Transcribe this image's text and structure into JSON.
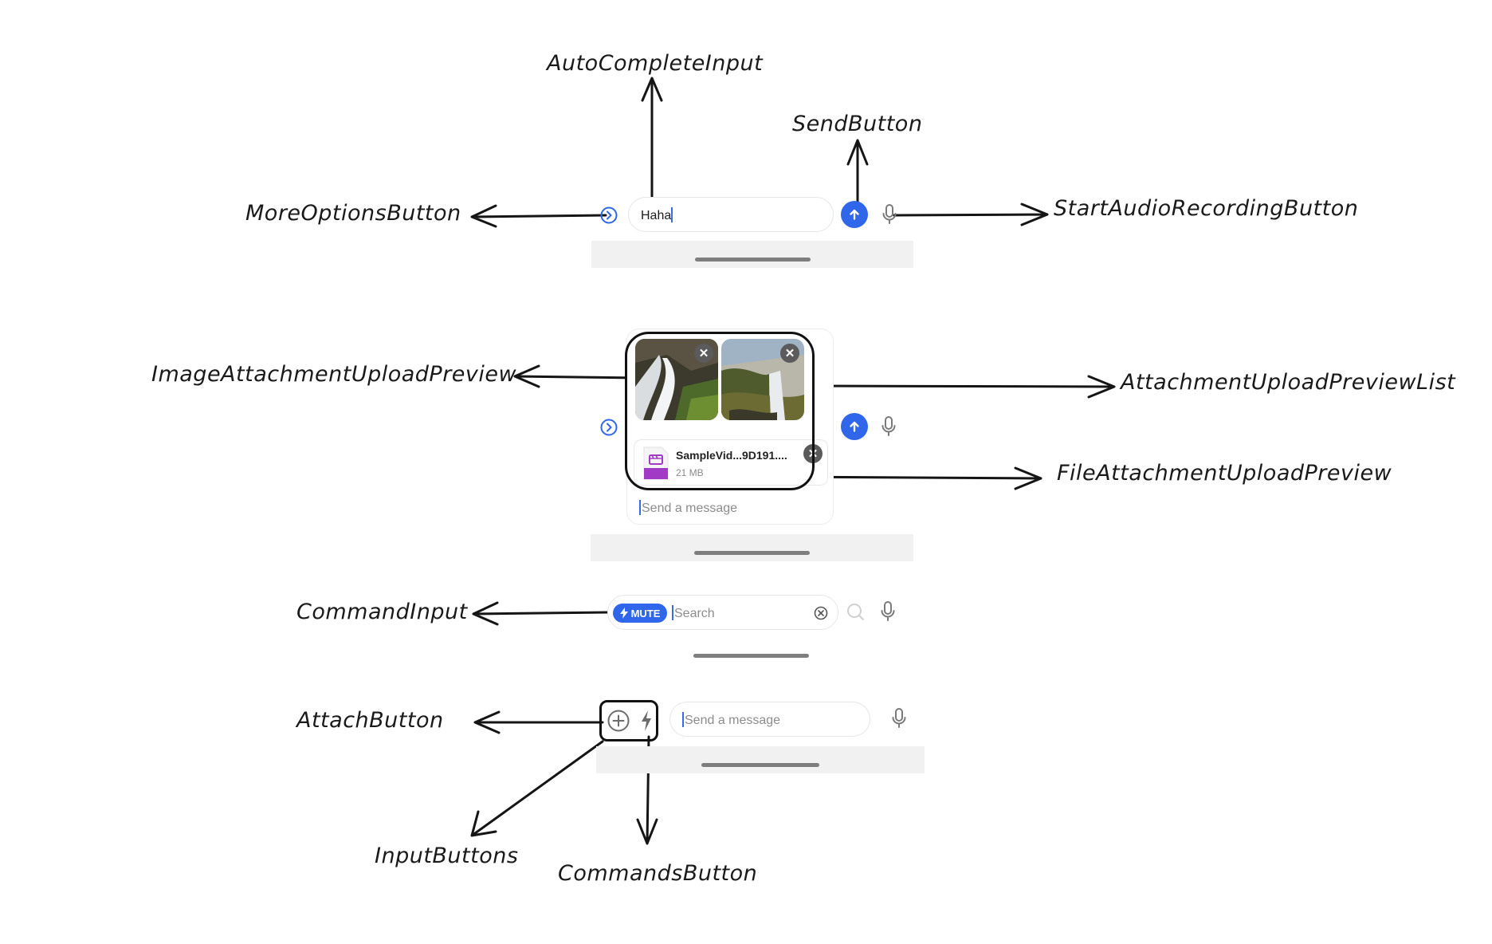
{
  "labels": {
    "auto_complete_input": "AutoCompleteInput",
    "send_button": "SendButton",
    "more_options_button": "MoreOptionsButton",
    "start_audio_recording_button": "StartAudioRecordingButton",
    "image_attachment_upload_preview": "ImageAttachmentUploadPreview",
    "attachment_upload_preview_list": "AttachmentUploadPreviewList",
    "file_attachment_upload_preview": "FileAttachmentUploadPreview",
    "command_input": "CommandInput",
    "attach_button": "AttachButton",
    "input_buttons": "InputButtons",
    "commands_button": "CommandsButton"
  },
  "composer_text": {
    "value": "Haha"
  },
  "attachments": {
    "file_name": "SampleVid...9D191....",
    "file_size": "21 MB",
    "placeholder": "Send a message"
  },
  "command": {
    "chip": "MUTE",
    "placeholder": "Search"
  },
  "bottom": {
    "placeholder": "Send a message"
  },
  "icons": {
    "more": "chevron-right-circle-icon",
    "send": "arrow-up-icon",
    "mic": "microphone-icon",
    "close": "close-icon",
    "file": "video-file-icon",
    "bolt": "lightning-icon",
    "clear": "clear-circle-icon",
    "search": "search-icon",
    "attach": "plus-circle-icon"
  },
  "colors": {
    "accent": "#2f66ea",
    "file_icon": "#a13bc6"
  }
}
